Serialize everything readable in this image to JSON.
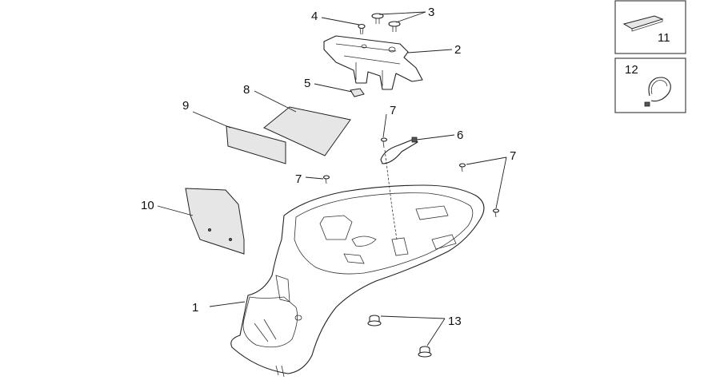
{
  "diagram": {
    "callouts": [
      {
        "id": "c1",
        "label": "1"
      },
      {
        "id": "c2",
        "label": "2"
      },
      {
        "id": "c3",
        "label": "3"
      },
      {
        "id": "c4",
        "label": "4"
      },
      {
        "id": "c5",
        "label": "5"
      },
      {
        "id": "c6",
        "label": "6"
      },
      {
        "id": "c7a",
        "label": "7"
      },
      {
        "id": "c7b",
        "label": "7"
      },
      {
        "id": "c7c",
        "label": "7"
      },
      {
        "id": "c8",
        "label": "8"
      },
      {
        "id": "c9",
        "label": "9"
      },
      {
        "id": "c10",
        "label": "10"
      },
      {
        "id": "c11",
        "label": "11"
      },
      {
        "id": "c12",
        "label": "12"
      },
      {
        "id": "c13",
        "label": "13"
      }
    ]
  }
}
